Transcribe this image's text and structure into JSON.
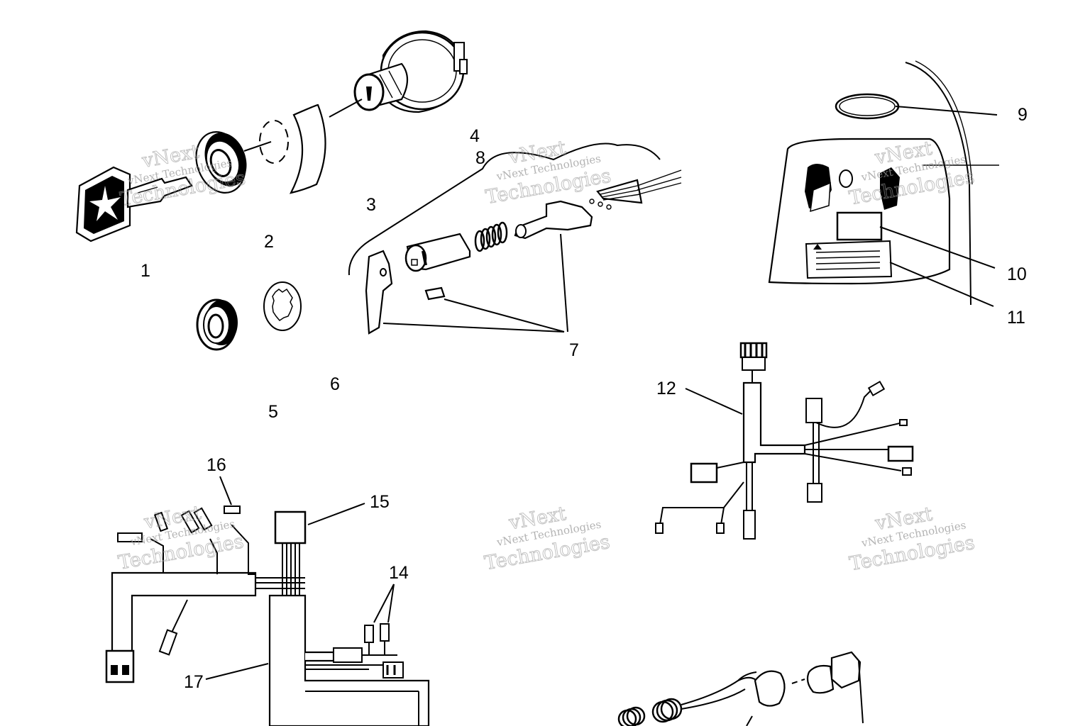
{
  "callouts": [
    {
      "id": "1",
      "label": "1"
    },
    {
      "id": "2",
      "label": "2"
    },
    {
      "id": "3",
      "label": "3"
    },
    {
      "id": "4",
      "label": "4"
    },
    {
      "id": "5",
      "label": "5"
    },
    {
      "id": "6",
      "label": "6"
    },
    {
      "id": "7",
      "label": "7"
    },
    {
      "id": "8",
      "label": "8"
    },
    {
      "id": "9",
      "label": "9"
    },
    {
      "id": "10",
      "label": "10"
    },
    {
      "id": "11",
      "label": "11"
    },
    {
      "id": "12",
      "label": "12"
    },
    {
      "id": "14",
      "label": "14"
    },
    {
      "id": "15",
      "label": "15"
    },
    {
      "id": "16",
      "label": "16"
    },
    {
      "id": "17",
      "label": "17"
    }
  ],
  "watermark": {
    "line1": "vNext",
    "line2": "Technologies",
    "small": "vNext Technologies"
  }
}
